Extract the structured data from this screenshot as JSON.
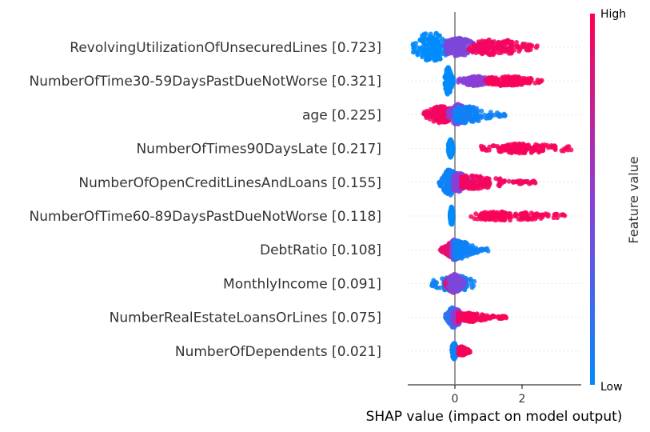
{
  "chart_data": {
    "type": "scatter",
    "subtype": "shap-beeswarm",
    "xlabel": "SHAP value (impact on model output)",
    "xlim": [
      -1.4,
      3.75
    ],
    "xticks": [
      0,
      2
    ],
    "colorbar": {
      "label": "Feature value",
      "high": "High",
      "low": "Low",
      "low_color": "#008bfb",
      "mid_color": "#8a3fd6",
      "high_color": "#ff0052"
    },
    "features": [
      {
        "label": "RevolvingUtilizationOfUnsecuredLines [0.723]",
        "clusters": [
          {
            "range": [
              -1.25,
              -0.15
            ],
            "peak": -0.7,
            "feature_value": 0.0,
            "density": 1.0
          },
          {
            "range": [
              -0.3,
              0.9
            ],
            "peak": 0.1,
            "feature_value": 0.45,
            "density": 0.5
          },
          {
            "range": [
              0.4,
              2.45
            ],
            "peak": 1.2,
            "feature_value": 0.95,
            "density": 0.4
          }
        ]
      },
      {
        "label": "NumberOfTime30-59DaysPastDueNotWorse [0.321]",
        "clusters": [
          {
            "range": [
              -0.3,
              -0.05
            ],
            "peak": -0.2,
            "feature_value": 0.0,
            "density": 0.85
          },
          {
            "range": [
              0.1,
              1.1
            ],
            "peak": 0.6,
            "feature_value": 0.5,
            "density": 0.15
          },
          {
            "range": [
              0.9,
              2.65
            ],
            "peak": 1.5,
            "feature_value": 0.97,
            "density": 0.15
          }
        ]
      },
      {
        "label": "age [0.225]",
        "clusters": [
          {
            "range": [
              -0.95,
              0.0
            ],
            "peak": -0.4,
            "feature_value": 0.95,
            "density": 0.45
          },
          {
            "range": [
              -0.2,
              0.4
            ],
            "peak": 0.1,
            "feature_value": 0.5,
            "density": 0.6
          },
          {
            "range": [
              0.0,
              1.5
            ],
            "peak": 0.3,
            "feature_value": 0.05,
            "density": 0.45
          }
        ]
      },
      {
        "label": "NumberOfTimes90DaysLate [0.217]",
        "clusters": [
          {
            "range": [
              -0.2,
              -0.05
            ],
            "peak": -0.13,
            "feature_value": 0.0,
            "density": 0.5
          },
          {
            "range": [
              0.75,
              3.5
            ],
            "peak": 2.0,
            "feature_value": 0.97,
            "density": 0.15
          }
        ]
      },
      {
        "label": "NumberOfOpenCreditLinesAndLoans [0.155]",
        "clusters": [
          {
            "range": [
              -0.5,
              0.05
            ],
            "peak": -0.15,
            "feature_value": 0.05,
            "density": 0.8
          },
          {
            "range": [
              -0.05,
              0.6
            ],
            "peak": 0.1,
            "feature_value": 0.5,
            "density": 0.5
          },
          {
            "range": [
              0.2,
              2.4
            ],
            "peak": 0.5,
            "feature_value": 0.95,
            "density": 0.3
          }
        ]
      },
      {
        "label": "NumberOfTime60-89DaysPastDueNotWorse [0.118]",
        "clusters": [
          {
            "range": [
              -0.15,
              -0.05
            ],
            "peak": -0.1,
            "feature_value": 0.0,
            "density": 0.5
          },
          {
            "range": [
              0.45,
              3.3
            ],
            "peak": 1.5,
            "feature_value": 0.97,
            "density": 0.12
          }
        ]
      },
      {
        "label": "DebtRatio [0.108]",
        "clusters": [
          {
            "range": [
              -0.45,
              0.0
            ],
            "peak": -0.1,
            "feature_value": 0.9,
            "density": 0.35
          },
          {
            "range": [
              -0.1,
              0.3
            ],
            "peak": 0.0,
            "feature_value": 0.45,
            "density": 0.6
          },
          {
            "range": [
              0.0,
              1.0
            ],
            "peak": 0.1,
            "feature_value": 0.05,
            "density": 0.5
          }
        ]
      },
      {
        "label": "MonthlyIncome [0.091]",
        "clusters": [
          {
            "range": [
              -0.7,
              0.65
            ],
            "peak": 0.0,
            "feature_value": 0.05,
            "density": 0.4
          },
          {
            "range": [
              -0.3,
              0.1
            ],
            "peak": -0.05,
            "feature_value": 0.8,
            "density": 0.5
          },
          {
            "range": [
              -0.2,
              0.3
            ],
            "peak": 0.0,
            "feature_value": 0.45,
            "density": 0.5
          }
        ]
      },
      {
        "label": "NumberRealEstateLoansOrLines [0.075]",
        "clusters": [
          {
            "range": [
              -0.3,
              0.1
            ],
            "peak": -0.05,
            "feature_value": 0.15,
            "density": 0.6
          },
          {
            "range": [
              -0.1,
              0.3
            ],
            "peak": 0.05,
            "feature_value": 0.5,
            "density": 0.4
          },
          {
            "range": [
              0.1,
              1.55
            ],
            "peak": 0.3,
            "feature_value": 0.97,
            "density": 0.15
          }
        ]
      },
      {
        "label": "NumberOfDependents [0.021]",
        "clusters": [
          {
            "range": [
              -0.1,
              0.1
            ],
            "peak": -0.02,
            "feature_value": 0.05,
            "density": 0.4
          },
          {
            "range": [
              0.1,
              0.45
            ],
            "peak": 0.2,
            "feature_value": 0.97,
            "density": 0.12
          }
        ]
      }
    ]
  }
}
